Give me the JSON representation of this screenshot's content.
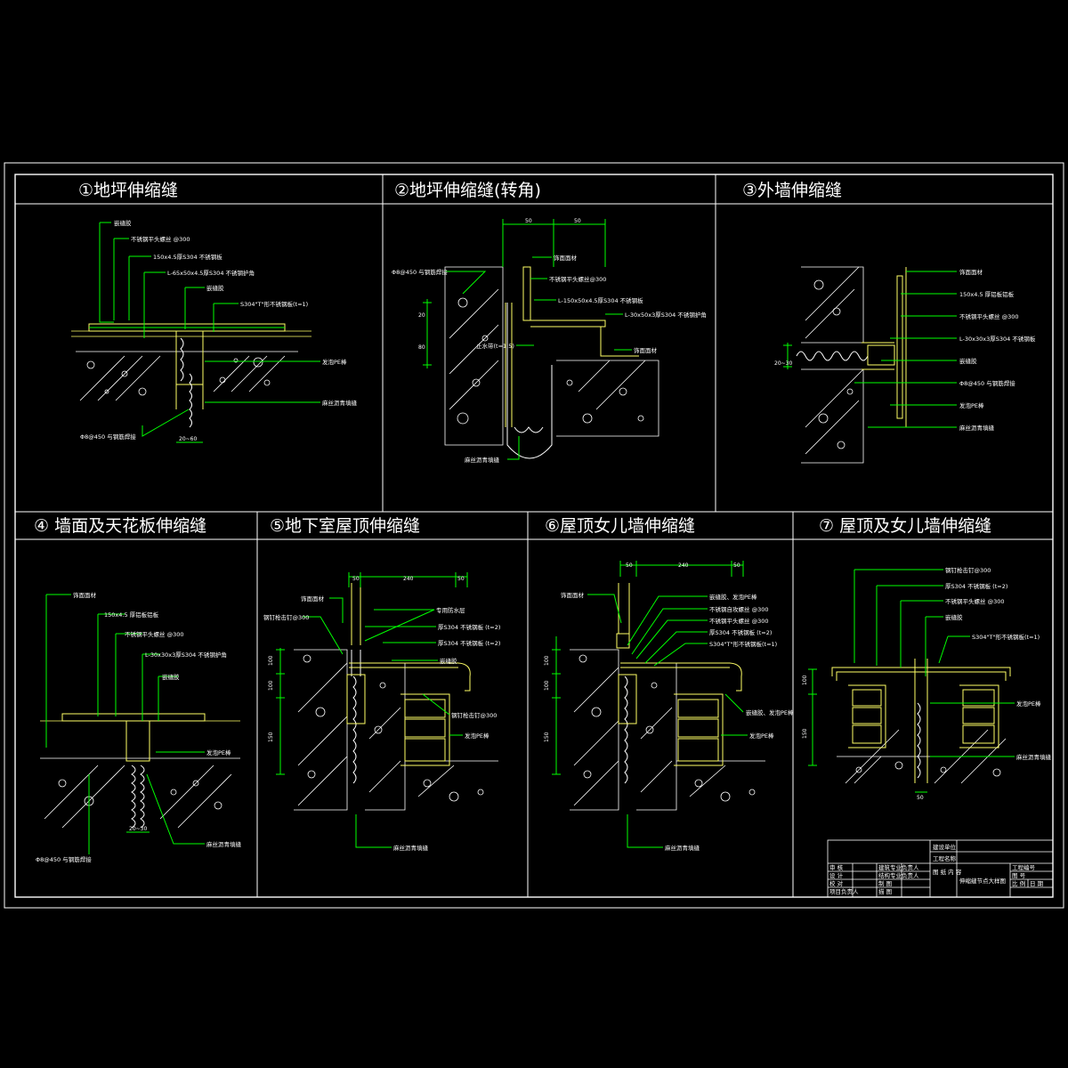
{
  "panels": [
    {
      "title": "①地坪伸缩缝",
      "labels": [
        "嵌缝胶",
        "不锈钢平头螺丝 @300",
        "150x4.5厚S304 不锈钢板",
        "L-65x50x4.5厚S304 不锈钢护角",
        "嵌缝胶",
        "S304\"T\"形不锈钢板(t=1)",
        "发泡PE棒",
        "麻丝沥青填缝",
        "Φ8@450 与钢筋焊接"
      ],
      "dims": [
        "20~60"
      ]
    },
    {
      "title": "②地坪伸缩缝(转角)",
      "labels": [
        "Φ8@450 与钢筋焊接",
        "饰面面材",
        "不锈钢平头螺丝@300",
        "L-150x50x4.5厚S304 不锈钢板",
        "L-30x50x3厚S304 不锈钢护角",
        "止水带(t=1.5)",
        "饰面面材",
        "麻丝沥青填缝"
      ],
      "dims": [
        "50",
        "50",
        "20",
        "80"
      ]
    },
    {
      "title": "③外墙伸缩缝",
      "labels": [
        "饰面面材",
        "150x4.5 厚铝板铝板",
        "不锈钢平头螺丝 @300",
        "L-30x30x3厚S304 不锈钢板",
        "嵌缝胶",
        "Φ8@450 与钢筋焊接",
        "发泡PE棒",
        "麻丝沥青填缝"
      ],
      "dims": [
        "20~30"
      ]
    },
    {
      "title": "④ 墙面及天花板伸缩缝",
      "labels": [
        "饰面面材",
        "150x4.5 厚铝板铝板",
        "不锈钢平头螺丝 @300",
        "L-30x30x3厚S304 不锈钢护角",
        "嵌缝胶",
        "发泡PE棒",
        "Φ8@450 与钢筋焊接",
        "麻丝沥青填缝"
      ],
      "dims": [
        "20~30"
      ]
    },
    {
      "title": "⑤地下室屋顶伸缩缝",
      "labels": [
        "饰面面材",
        "钢钉枪击钉@300",
        "专用防水层",
        "厚S304 不锈钢板 (t=2)",
        "厚S304 不锈钢板 (t=2)",
        "嵌缝胶",
        "钢钉枪击钉@300",
        "发泡PE棒",
        "麻丝沥青填缝"
      ],
      "dims": [
        "50",
        "240",
        "50",
        "100",
        "100",
        "150"
      ]
    },
    {
      "title": "⑥屋顶女儿墙伸缩缝",
      "labels": [
        "饰面面材",
        "嵌缝胶、发泡PE棒",
        "不锈钢自攻螺丝 @300",
        "不锈钢平头螺丝 @300",
        "厚S304 不锈钢板 (t=2)",
        "S304\"T\"形不锈钢板(t=1)",
        "嵌缝胶、发泡PE棒",
        "发泡PE棒",
        "麻丝沥青填缝"
      ],
      "dims": [
        "50",
        "240",
        "50",
        "100",
        "100",
        "150"
      ]
    },
    {
      "title": "⑦ 屋顶及女儿墙伸缩缝",
      "labels": [
        "钢钉枪击钉@300",
        "厚S304 不锈钢板 (t=2)",
        "不锈钢平头螺丝 @300",
        "嵌缝胶",
        "S304\"T\"形不锈钢板(t=1)",
        "发泡PE棒",
        "麻丝沥青填缝"
      ],
      "dims": [
        "100",
        "150",
        "50"
      ]
    }
  ],
  "title_block": {
    "drawing_title": "伸缩缝节点大样图",
    "project_label": "工程名称",
    "client_label": "建设单位",
    "content_label": "图 纸 内 容",
    "left_labels": [
      "审 核",
      "设 计",
      "校 对",
      "项目负责人"
    ],
    "mid_labels": [
      "建筑专业负责人",
      "结构专业负责人",
      "制 图",
      "描 图"
    ],
    "right_labels": [
      "工程编号",
      "图 号",
      "比 例",
      "日 期"
    ]
  }
}
